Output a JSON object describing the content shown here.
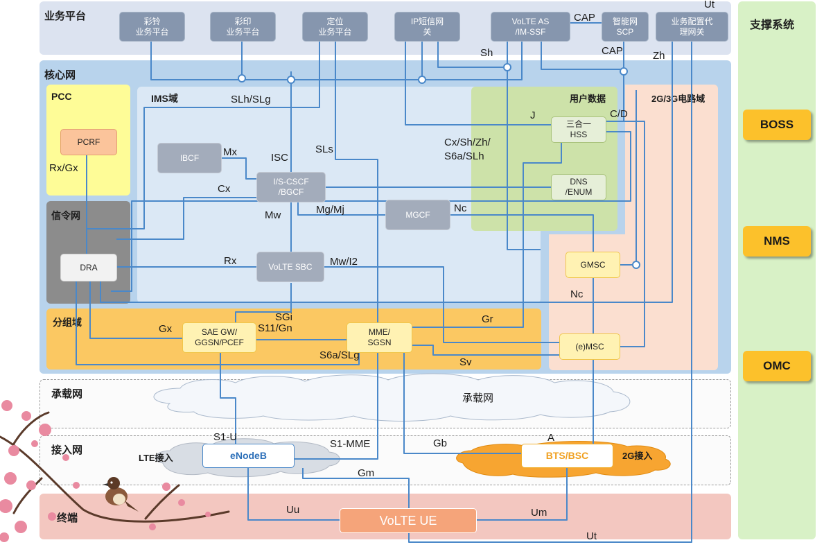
{
  "regions": {
    "service_platform": "业务平台",
    "core_network": "核心网",
    "pcc": "PCC",
    "ims_domain": "IMS域",
    "user_data": "用户数据",
    "cs_domain": "2G/3G电路域",
    "signaling_network": "信令网",
    "packet_domain": "分组域",
    "bearer_network": "承载网",
    "access_network": "接入网",
    "terminal": "终端",
    "support_system": "支撑系统"
  },
  "support_buttons": [
    "BOSS",
    "NMS",
    "OMC"
  ],
  "nodes": {
    "cailing": "彩铃\n业务平台",
    "caiyin": "彩印\n业务平台",
    "dingwei": "定位\n业务平台",
    "ip_sms": "IP短信网\n关",
    "volte_as": "VoLTE AS\n/IM-SSF",
    "scp": "智能网\nSCP",
    "proxy_gw": "业务配置代\n理网关",
    "pcrf": "PCRF",
    "ibcf": "IBCF",
    "cscf": "I/S-CSCF\n/BGCF",
    "mgcf": "MGCF",
    "sbc": "VoLTE SBC",
    "dra": "DRA",
    "hss": "三合一\nHSS",
    "dns": "DNS\n/ENUM",
    "gmsc": "GMSC",
    "emsc": "(e)MSC",
    "saegw": "SAE GW/\nGGSN/PCEF",
    "mme": "MME/\nSGSN",
    "enodeb": "eNodeB",
    "bts": "BTS/BSC",
    "ue": "VoLTE UE"
  },
  "clouds": {
    "bearer": "承载网",
    "lte": "LTE接入",
    "g2": "2G接入"
  },
  "labels": {
    "cap1": "CAP",
    "cap2": "CAP",
    "ut_top": "Ut",
    "sh": "Sh",
    "zh": "Zh",
    "slh_slg": "SLh/SLg",
    "j": "J",
    "cd": "C/D",
    "cx_sh": "Cx/Sh/Zh/\nS6a/SLh",
    "rx_gx": "Rx/Gx",
    "mx": "Mx",
    "isc": "ISC",
    "sls": "SLs",
    "cx": "Cx",
    "mw": "Mw",
    "mg_mj": "Mg/Mj",
    "nc1": "Nc",
    "rx": "Rx",
    "mw_i2": "Mw/I2",
    "nc2": "Nc",
    "sgi": "SGi",
    "s11_gn": "S11/Gn",
    "gx": "Gx",
    "gr": "Gr",
    "s6a_slg": "S6a/SLg",
    "sv": "Sv",
    "s1u": "S1-U",
    "s1mme": "S1-MME",
    "gb": "Gb",
    "a": "A",
    "gm": "Gm",
    "uu": "Uu",
    "um": "Um",
    "ut_bottom": "Ut"
  },
  "colors": {
    "line": "#4a88c9",
    "core_bg": "#b8d3ec",
    "ims_bg": "#dbe8f5",
    "pcc_bg": "#fefc97",
    "signal_bg": "#8c8c8c",
    "packet_bg": "#fbc862",
    "user_data_bg": "#cde2a9",
    "cs_bg": "#fbdfd0",
    "terminal_bg": "#f3c7c0",
    "support_bg": "#d8f1c6",
    "button": "#fcc12b"
  }
}
